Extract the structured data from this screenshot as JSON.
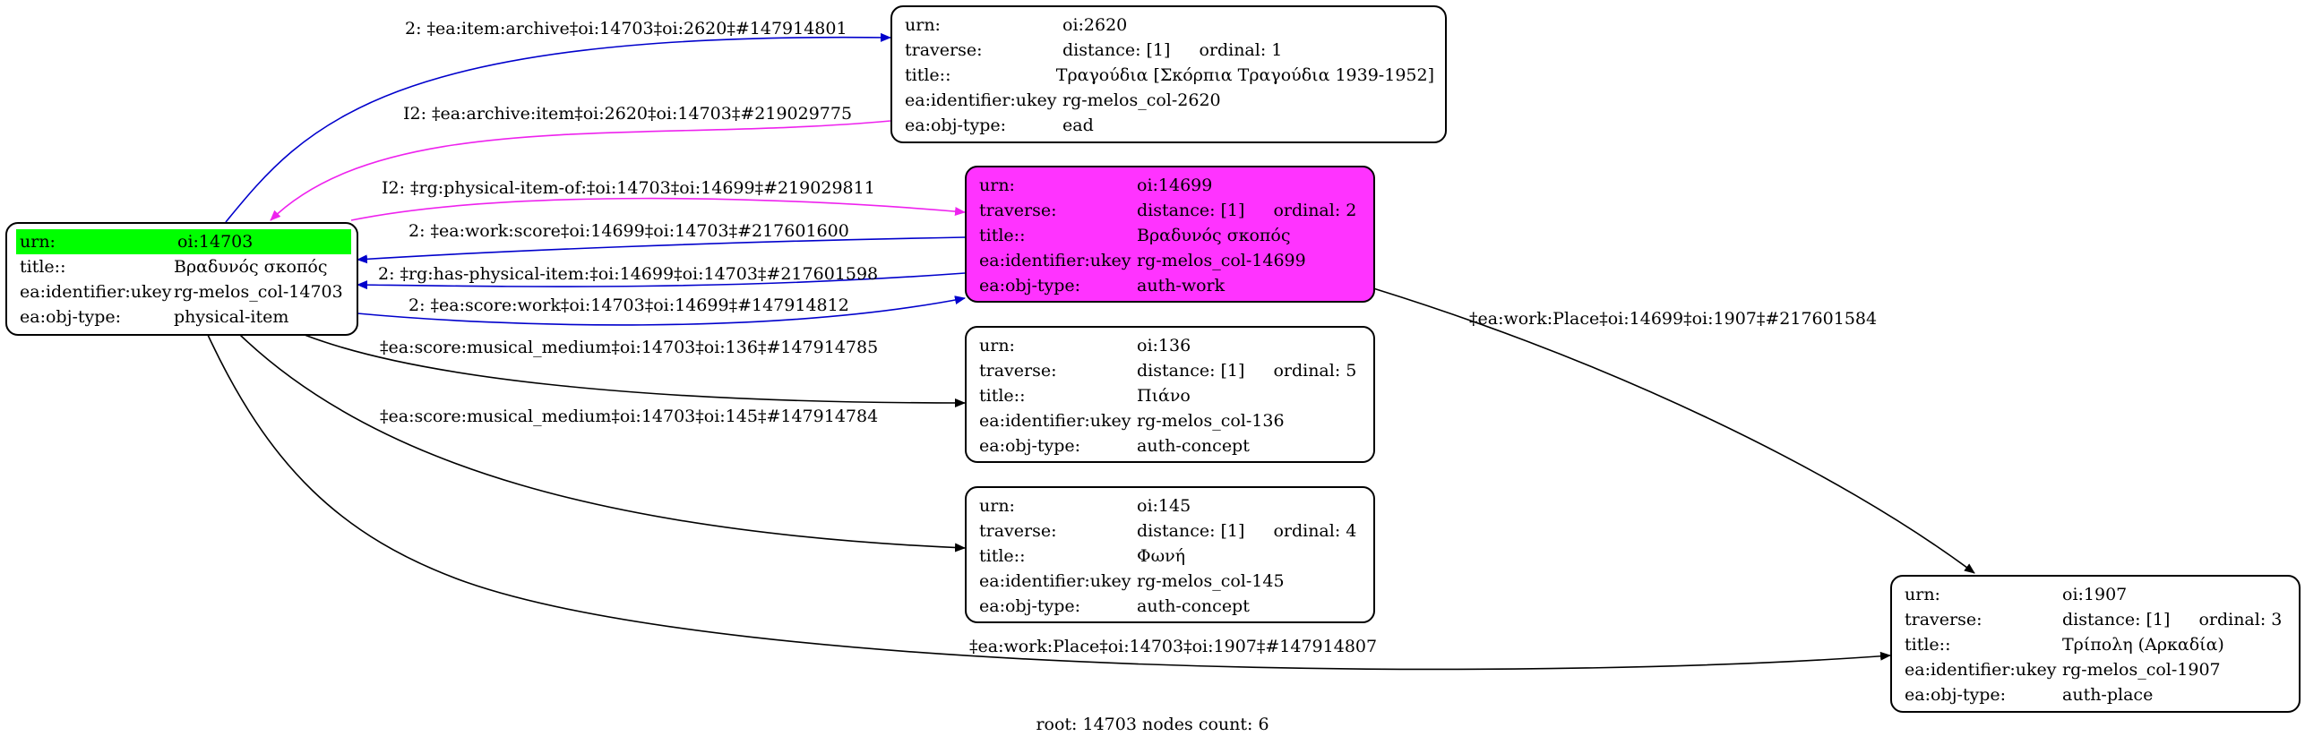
{
  "nodes": {
    "root": {
      "rows": [
        {
          "k": "urn:",
          "v": "oi:14703"
        },
        {
          "k": "title::",
          "v": "Βραδυνός σκοπός"
        },
        {
          "k": "ea:identifier:ukey",
          "v": "rg-melos_col-14703"
        },
        {
          "k": "ea:obj-type:",
          "v": "physical-item"
        }
      ]
    },
    "n2620": {
      "rows": [
        {
          "k": "urn:",
          "v": "oi:2620"
        },
        {
          "k": "traverse:",
          "v": "distance: [1]",
          "extra": "ordinal: 1"
        },
        {
          "k": "title::",
          "v": "Τραγούδια [Σκόρπια Τραγούδια 1939-1952]"
        },
        {
          "k": "ea:identifier:ukey",
          "v": "rg-melos_col-2620"
        },
        {
          "k": "ea:obj-type:",
          "v": "ead"
        }
      ]
    },
    "n14699": {
      "rows": [
        {
          "k": "urn:",
          "v": "oi:14699"
        },
        {
          "k": "traverse:",
          "v": "distance: [1]",
          "extra": "ordinal: 2"
        },
        {
          "k": "title::",
          "v": "Βραδυνός σκοπός"
        },
        {
          "k": "ea:identifier:ukey",
          "v": "rg-melos_col-14699"
        },
        {
          "k": "ea:obj-type:",
          "v": "auth-work"
        }
      ]
    },
    "n136": {
      "rows": [
        {
          "k": "urn:",
          "v": "oi:136"
        },
        {
          "k": "traverse:",
          "v": "distance: [1]",
          "extra": "ordinal: 5"
        },
        {
          "k": "title::",
          "v": "Πιάνο"
        },
        {
          "k": "ea:identifier:ukey",
          "v": "rg-melos_col-136"
        },
        {
          "k": "ea:obj-type:",
          "v": "auth-concept"
        }
      ]
    },
    "n145": {
      "rows": [
        {
          "k": "urn:",
          "v": "oi:145"
        },
        {
          "k": "traverse:",
          "v": "distance: [1]",
          "extra": "ordinal: 4"
        },
        {
          "k": "title::",
          "v": "Φωνή"
        },
        {
          "k": "ea:identifier:ukey",
          "v": "rg-melos_col-145"
        },
        {
          "k": "ea:obj-type:",
          "v": "auth-concept"
        }
      ]
    },
    "n1907": {
      "rows": [
        {
          "k": "urn:",
          "v": "oi:1907"
        },
        {
          "k": "traverse:",
          "v": "distance: [1]",
          "extra": "ordinal: 3"
        },
        {
          "k": "title::",
          "v": "Τρίπολη (Αρκαδία)"
        },
        {
          "k": "ea:identifier:ukey",
          "v": "rg-melos_col-1907"
        },
        {
          "k": "ea:obj-type:",
          "v": "auth-place"
        }
      ]
    }
  },
  "edges": {
    "e_archive": {
      "label": "2: ‡ea:item:archive‡oi:14703‡oi:2620‡#147914801",
      "color": "#0000cc"
    },
    "e_archive_item": {
      "label": "I2: ‡ea:archive:item‡oi:2620‡oi:14703‡#219029775",
      "color": "#ee22ee"
    },
    "e_physical_item_of": {
      "label": "I2: ‡rg:physical-item-of:‡oi:14703‡oi:14699‡#219029811",
      "color": "#ee22ee"
    },
    "e_work_score": {
      "label": "2: ‡ea:work:score‡oi:14699‡oi:14703‡#217601600",
      "color": "#0000cc"
    },
    "e_has_physical_item": {
      "label": "2: ‡rg:has-physical-item:‡oi:14699‡oi:14703‡#217601598",
      "color": "#0000cc"
    },
    "e_score_work": {
      "label": "2: ‡ea:score:work‡oi:14703‡oi:14699‡#147914812",
      "color": "#0000cc"
    },
    "e_medium_136": {
      "label": "‡ea:score:musical_medium‡oi:14703‡oi:136‡#147914785",
      "color": "#000000"
    },
    "e_medium_145": {
      "label": "‡ea:score:musical_medium‡oi:14703‡oi:145‡#147914784",
      "color": "#000000"
    },
    "e_place_root": {
      "label": "‡ea:work:Place‡oi:14703‡oi:1907‡#147914807",
      "color": "#000000"
    },
    "e_place_work": {
      "label": "‡ea:work:Place‡oi:14699‡oi:1907‡#217601584",
      "color": "#000000"
    }
  },
  "footer": "root: 14703 nodes count: 6"
}
